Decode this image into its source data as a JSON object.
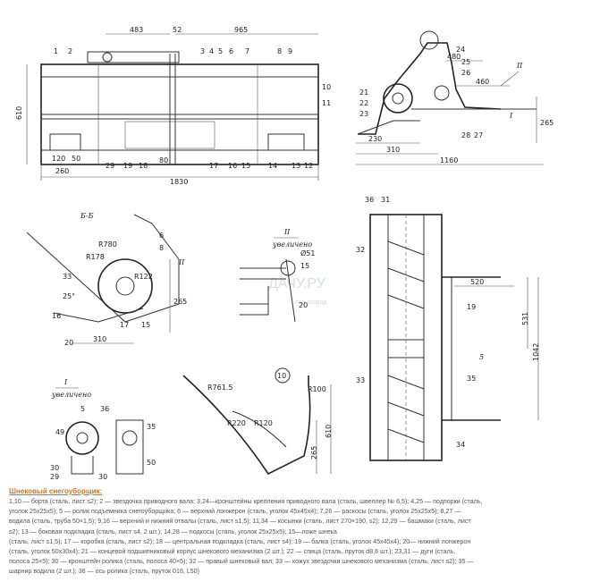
{
  "watermark": {
    "text": "ДАЧУ.РУ",
    "sub": "сад огород"
  },
  "top_view": {
    "dims": {
      "d1": "483",
      "d2": "52",
      "d3": "965",
      "d4": "610",
      "d5": "120",
      "d6": "50",
      "d7": "260",
      "d8": "80",
      "d9": "1830"
    },
    "callouts": [
      "1",
      "2",
      "3",
      "4",
      "5",
      "6",
      "7",
      "8",
      "9",
      "10",
      "11",
      "12",
      "13",
      "14",
      "15",
      "16",
      "17",
      "18",
      "19",
      "29"
    ]
  },
  "side_view": {
    "dims": {
      "d1": "480",
      "d2": "460",
      "d3": "230",
      "d4": "310",
      "d5": "1160",
      "d6": "265"
    },
    "callouts": [
      "24",
      "25",
      "26",
      "21",
      "22",
      "23",
      "28",
      "27"
    ],
    "roman": "II",
    "roman2": "I"
  },
  "section_bb": {
    "title": "Б-Б",
    "dims": {
      "r1": "R780",
      "r2": "R178",
      "r3": "R122",
      "a": "25°",
      "w": "310",
      "h": "265"
    },
    "callouts": [
      "6",
      "8",
      "33",
      "16",
      "17",
      "15",
      "20"
    ],
    "roman": "II"
  },
  "detail_ii": {
    "note": "увеличено",
    "dims": {
      "d": "Ø51",
      "n1": "15",
      "n2": "20"
    },
    "roman": "II"
  },
  "front_view": {
    "callouts": [
      "36",
      "31",
      "32",
      "19",
      "35",
      "33",
      "34"
    ],
    "dims": {
      "d1": "520",
      "d2": "531",
      "d3": "1042"
    },
    "roman": "5"
  },
  "detail_i": {
    "note": "увеличено",
    "roman": "I",
    "callouts": [
      "5",
      "36",
      "30",
      "29",
      "35"
    ],
    "dims": {
      "d1": "49",
      "d2": "50",
      "d3": "30"
    }
  },
  "blade": {
    "roman": "10",
    "dims": {
      "r1": "R761.5",
      "r2": "R100",
      "r3": "R220",
      "r4": "R120",
      "h": "610",
      "h2": "265"
    }
  },
  "caption": {
    "title": "Шнековый снегоуборщик:",
    "lines": [
      "1,10 — борта (сталь, лист s2); 2 — звездочка приводного вала; 3,24—кронштейны крепления приводного вала (сталь, швеллер № 6,5); 4,25 — подпорки (сталь,",
      "уголок 25х25х5); 5 — ролик подъемника снегоуборщика; 6 — верхний лонжерон (сталь, уголок 45х45х4); 7,26 — раскосы (сталь, уголок 25х25х5); 8,27 —",
      "водила (сталь, труба 50×1,5); 9,16 — верхний и нижний отвалы (сталь, лист s1,5); 11,34 — косынки (сталь, лист 270×190, s2); 12,29 — башмаки (сталь, лист",
      "s2); 13 — боковая подкладка (сталь, лист s4, 2 шт.); 14,28 — подкосы (сталь, уголок 25х25х5); 15—ложе шнека",
      "(сталь, лист s1,5); 17 — коробка (сталь, лист s2); 18 — центральная подкладка (сталь, лист s4); 19 — балка (сталь, уголок 45х45х4); 20— нижний лонжерон",
      "(сталь, уголок 50х30х4); 21 — концевой подшипниковый корпус шнекового механизма (2 шт.); 22 — спица (сталь, пруток d8,6 шт.); 23,31 — дуги (сталь,",
      "полоса 25×5); 30 — кронштейн ролика (сталь, полоса 40×5); 32 — правый шнековый вал; 33 — кожух звездочки шнекового механизма (сталь, лист s2); 35 —",
      "шарнир водила (2 шт.); 36 — ось ролика (сталь, пруток 016, L50)"
    ]
  }
}
